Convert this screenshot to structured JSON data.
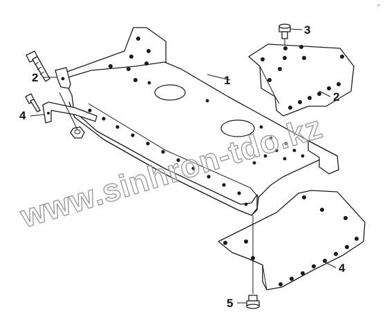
{
  "diagram": {
    "callouts": [
      {
        "id": "c1",
        "label": "1"
      },
      {
        "id": "c2a",
        "label": "2"
      },
      {
        "id": "c2b",
        "label": "2"
      },
      {
        "id": "c3",
        "label": "3"
      },
      {
        "id": "c4a",
        "label": "4"
      },
      {
        "id": "c4b",
        "label": "4"
      },
      {
        "id": "c5",
        "label": "5"
      }
    ],
    "watermark": "www.sinhron-tdo.kz",
    "corner_mark": "⌐",
    "colors": {
      "line": "#1a1a1a",
      "watermark_stroke": "#9a9a9a",
      "background": "#ffffff"
    }
  }
}
